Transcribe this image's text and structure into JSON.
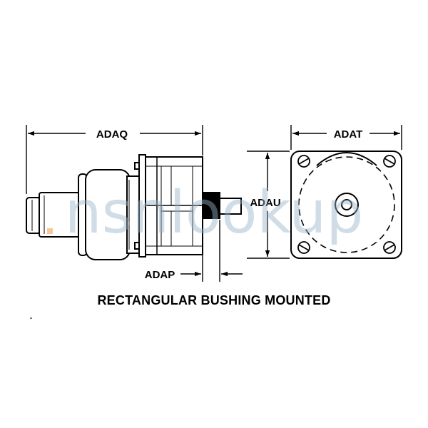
{
  "caption": "RECTANGULAR BUSHING MOUNTED",
  "dimensions": {
    "adaq": "ADAQ",
    "adat": "ADAT",
    "adau": "ADAU",
    "adap": "ADAP"
  },
  "watermark": "nsnlookup",
  "colors": {
    "line": "#000000",
    "background": "#ffffff",
    "watermark": "#9ab4c8",
    "watermark_accent": "#f2a15a"
  }
}
